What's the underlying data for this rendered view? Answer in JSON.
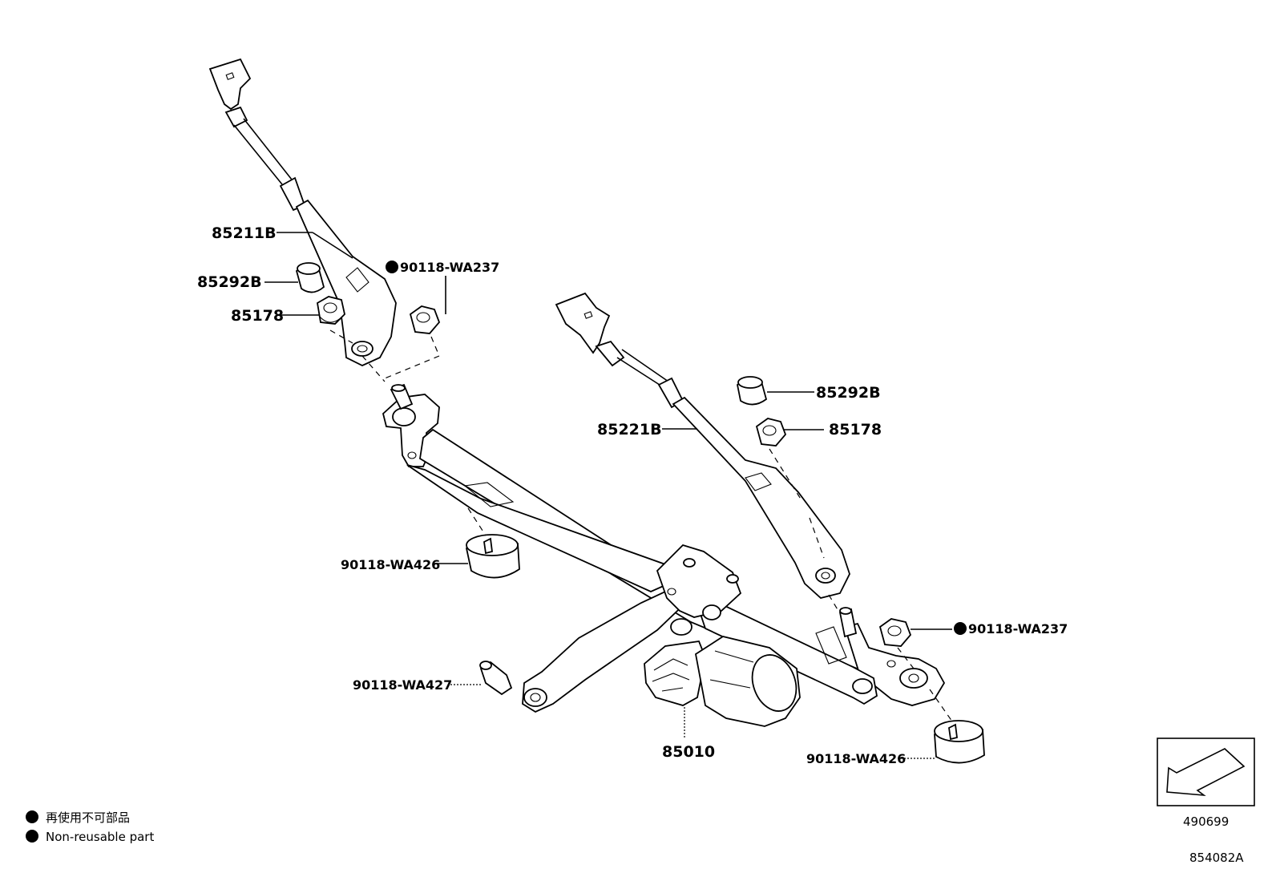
{
  "parts": {
    "arm_left": "85211B",
    "cap_left": "85292B",
    "nut_left": "85178",
    "nut_nonreusable_top": "90118-WA237",
    "arm_right": "85221B",
    "cap_right": "85292B",
    "nut_right": "85178",
    "nut_nonreusable_right": "90118-WA237",
    "grommet_left": "90118-WA426",
    "bushing": "90118-WA427",
    "motor": "85010",
    "grommet_right": "90118-WA426"
  },
  "legend": {
    "line1": "再使用不可部品",
    "line2": "Non-reusable part"
  },
  "orientation_box": {
    "code": "490699"
  },
  "diagram_code": "854082A"
}
